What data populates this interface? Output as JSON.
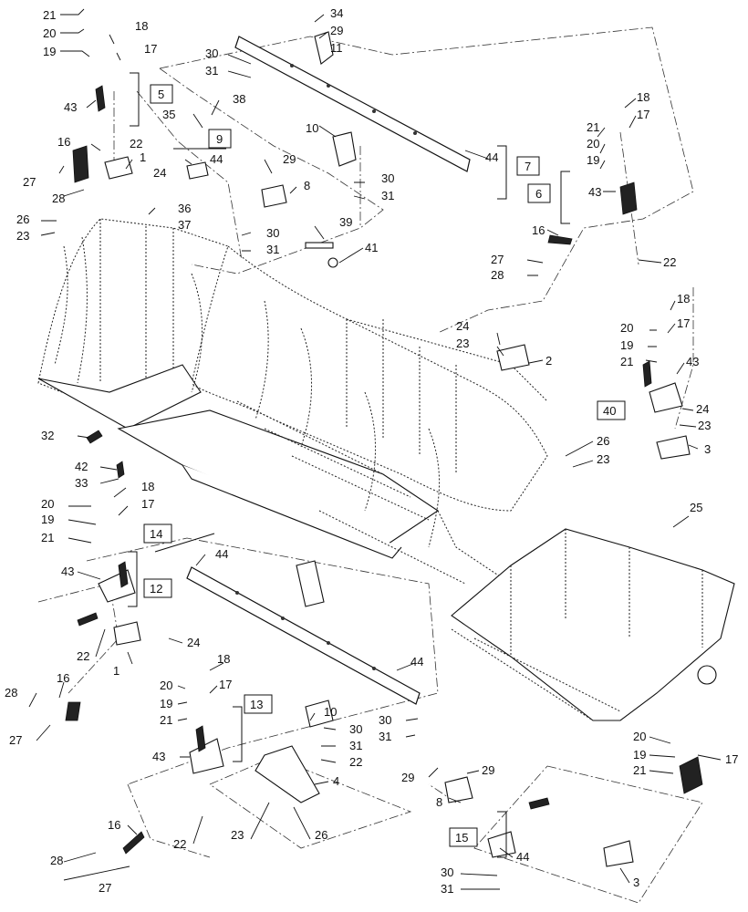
{
  "diagram": {
    "callouts": [
      {
        "id": "c1",
        "text": "21"
      },
      {
        "id": "c2",
        "text": "20"
      },
      {
        "id": "c3",
        "text": "19"
      },
      {
        "id": "c4",
        "text": "18"
      },
      {
        "id": "c5",
        "text": "17"
      },
      {
        "id": "c6",
        "text": "43"
      },
      {
        "id": "c7",
        "text": "22"
      },
      {
        "id": "c8",
        "text": "16"
      },
      {
        "id": "c9",
        "text": "1"
      },
      {
        "id": "c10",
        "text": "24"
      },
      {
        "id": "c11",
        "text": "27"
      },
      {
        "id": "c12",
        "text": "28"
      },
      {
        "id": "c13",
        "text": "26"
      },
      {
        "id": "c14",
        "text": "23"
      },
      {
        "id": "c15",
        "text": "34"
      },
      {
        "id": "c16",
        "text": "29"
      },
      {
        "id": "c17",
        "text": "11"
      },
      {
        "id": "c18",
        "text": "30"
      },
      {
        "id": "c19",
        "text": "31"
      },
      {
        "id": "c20",
        "text": "35"
      },
      {
        "id": "c21",
        "text": "38"
      },
      {
        "id": "c22",
        "text": "44"
      },
      {
        "id": "c23",
        "text": "29"
      },
      {
        "id": "c24",
        "text": "8"
      },
      {
        "id": "c25",
        "text": "36"
      },
      {
        "id": "c26",
        "text": "37"
      },
      {
        "id": "c27",
        "text": "30"
      },
      {
        "id": "c28",
        "text": "31"
      },
      {
        "id": "c29",
        "text": "39"
      },
      {
        "id": "c30",
        "text": "41"
      },
      {
        "id": "c31",
        "text": "10"
      },
      {
        "id": "c32",
        "text": "30"
      },
      {
        "id": "c33",
        "text": "31"
      },
      {
        "id": "c34",
        "text": "44"
      },
      {
        "id": "c35",
        "text": "18"
      },
      {
        "id": "c36",
        "text": "21"
      },
      {
        "id": "c37",
        "text": "17"
      },
      {
        "id": "c38",
        "text": "20"
      },
      {
        "id": "c39",
        "text": "19"
      },
      {
        "id": "c40",
        "text": "43"
      },
      {
        "id": "c41",
        "text": "16"
      },
      {
        "id": "c42",
        "text": "27"
      },
      {
        "id": "c43",
        "text": "22"
      },
      {
        "id": "c44",
        "text": "28"
      },
      {
        "id": "c45",
        "text": "24"
      },
      {
        "id": "c46",
        "text": "23"
      },
      {
        "id": "c47",
        "text": "2"
      },
      {
        "id": "c48",
        "text": "18"
      },
      {
        "id": "c49",
        "text": "20"
      },
      {
        "id": "c50",
        "text": "17"
      },
      {
        "id": "c51",
        "text": "19"
      },
      {
        "id": "c52",
        "text": "21"
      },
      {
        "id": "c53",
        "text": "43"
      },
      {
        "id": "c54",
        "text": "24"
      },
      {
        "id": "c55",
        "text": "23"
      },
      {
        "id": "c56",
        "text": "3"
      },
      {
        "id": "c57",
        "text": "26"
      },
      {
        "id": "c58",
        "text": "23"
      },
      {
        "id": "c59",
        "text": "32"
      },
      {
        "id": "c60",
        "text": "42"
      },
      {
        "id": "c61",
        "text": "33"
      },
      {
        "id": "c62",
        "text": "18"
      },
      {
        "id": "c63",
        "text": "20"
      },
      {
        "id": "c64",
        "text": "17"
      },
      {
        "id": "c65",
        "text": "19"
      },
      {
        "id": "c66",
        "text": "21"
      },
      {
        "id": "c67",
        "text": "44"
      },
      {
        "id": "c68",
        "text": "43"
      },
      {
        "id": "c69",
        "text": "22"
      },
      {
        "id": "c70",
        "text": "24"
      },
      {
        "id": "c71",
        "text": "1"
      },
      {
        "id": "c72",
        "text": "25"
      },
      {
        "id": "c73",
        "text": "44"
      },
      {
        "id": "c74",
        "text": "16"
      },
      {
        "id": "c75",
        "text": "28"
      },
      {
        "id": "c76",
        "text": "27"
      },
      {
        "id": "c77",
        "text": "18"
      },
      {
        "id": "c78",
        "text": "20"
      },
      {
        "id": "c79",
        "text": "17"
      },
      {
        "id": "c80",
        "text": "19"
      },
      {
        "id": "c81",
        "text": "21"
      },
      {
        "id": "c82",
        "text": "43"
      },
      {
        "id": "c83",
        "text": "10"
      },
      {
        "id": "c84",
        "text": "30"
      },
      {
        "id": "c85",
        "text": "31"
      },
      {
        "id": "c86",
        "text": "22"
      },
      {
        "id": "c87",
        "text": "30"
      },
      {
        "id": "c88",
        "text": "31"
      },
      {
        "id": "c89",
        "text": "4"
      },
      {
        "id": "c90",
        "text": "23"
      },
      {
        "id": "c91",
        "text": "26"
      },
      {
        "id": "c92",
        "text": "22"
      },
      {
        "id": "c93",
        "text": "29"
      },
      {
        "id": "c94",
        "text": "29"
      },
      {
        "id": "c95",
        "text": "8"
      },
      {
        "id": "c96",
        "text": "44"
      },
      {
        "id": "c97",
        "text": "30"
      },
      {
        "id": "c98",
        "text": "31"
      },
      {
        "id": "c99",
        "text": "3"
      },
      {
        "id": "c100",
        "text": "16"
      },
      {
        "id": "c101",
        "text": "28"
      },
      {
        "id": "c102",
        "text": "27"
      },
      {
        "id": "c103",
        "text": "20"
      },
      {
        "id": "c104",
        "text": "19"
      },
      {
        "id": "c105",
        "text": "17"
      },
      {
        "id": "c106",
        "text": "21"
      }
    ],
    "boxed_labels": [
      {
        "id": "b5",
        "text": "5"
      },
      {
        "id": "b9",
        "text": "9"
      },
      {
        "id": "b7",
        "text": "7"
      },
      {
        "id": "b6",
        "text": "6"
      },
      {
        "id": "b40",
        "text": "40"
      },
      {
        "id": "b14",
        "text": "14"
      },
      {
        "id": "b12",
        "text": "12"
      },
      {
        "id": "b13",
        "text": "13"
      },
      {
        "id": "b15",
        "text": "15"
      }
    ]
  }
}
